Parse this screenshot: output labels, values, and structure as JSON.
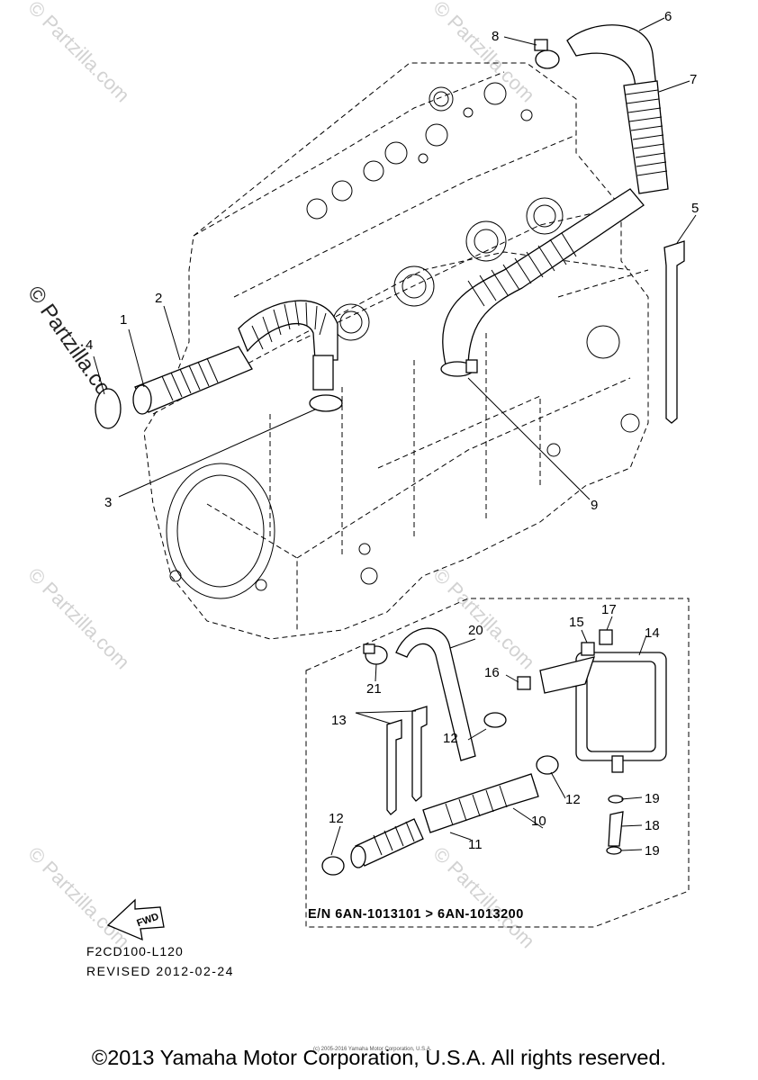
{
  "diagram": {
    "callouts": {
      "c1": "1",
      "c2": "2",
      "c3": "3",
      "c4": "4",
      "c5": "5",
      "c6": "6",
      "c7": "7",
      "c8": "8",
      "c9": "9",
      "c10": "10",
      "c11": "11",
      "c12a": "12",
      "c12b": "12",
      "c12c": "12",
      "c13": "13",
      "c14": "14",
      "c15": "15",
      "c16": "16",
      "c17": "17",
      "c18": "18",
      "c19a": "19",
      "c19b": "19",
      "c20": "20",
      "c21": "21"
    },
    "watermark": "© Partzilla.com",
    "fwd_label": "FWD",
    "en_label": "E/N 6AN-1013101 > 6AN-1013200",
    "code_label": "F2CD100-L120",
    "revised_label": "REVISED 2012-02-24",
    "copyright_small": "(c) 2005-2016 Yamaha Motor Corporation, U.S.A.",
    "copyright": "©2013 Yamaha Motor Corporation, U.S.A. All rights reserved."
  }
}
